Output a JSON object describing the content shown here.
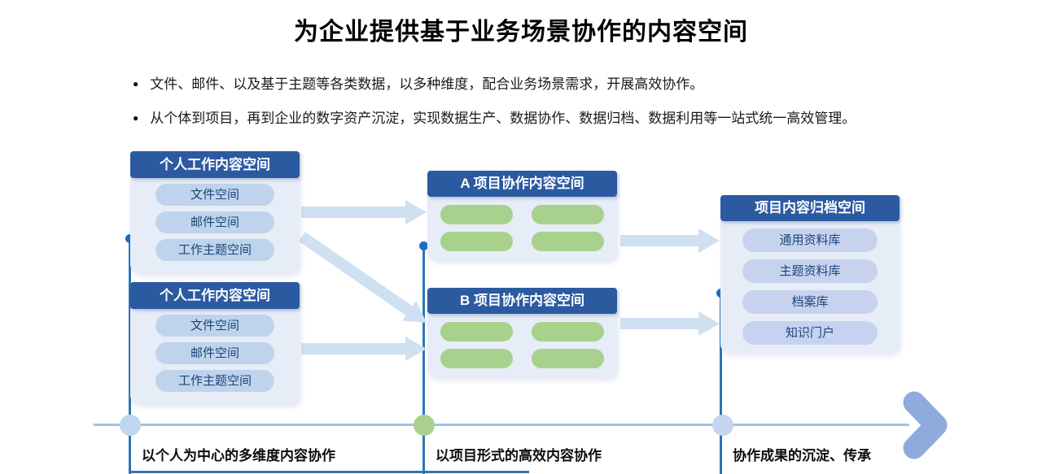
{
  "title": "为企业提供基于业务场景协作的内容空间",
  "bullets": [
    "文件、邮件、以及基于主题等各类数据，以多种维度，配合业务场景需求，开展高效协作。",
    "从个体到项目，再到企业的数字资产沉淀，实现数据生产、数据协作、数据归档、数据利用等一站式统一高效管理。"
  ],
  "boxes": {
    "personal1": {
      "title": "个人工作内容空间",
      "items": [
        "文件空间",
        "邮件空间",
        "工作主题空间"
      ]
    },
    "personal2": {
      "title": "个人工作内容空间",
      "items": [
        "文件空间",
        "邮件空间",
        "工作主题空间"
      ]
    },
    "projectA": {
      "title": "A 项目协作内容空间"
    },
    "projectB": {
      "title": "B 项目协作内容空间"
    },
    "archive": {
      "title": "项目内容归档空间",
      "items": [
        "通用资料库",
        "主题资料库",
        "档案库",
        "知识门户"
      ]
    }
  },
  "timeline": {
    "stages": [
      {
        "label": "以个人为中心的多维度内容协作",
        "dot_color": "#bdd7ee"
      },
      {
        "label": "以项目形式的高效内容协作",
        "dot_color": "#a9d18e"
      },
      {
        "label": "协作成果的沉淀、传承",
        "dot_color": "#c5d7ee"
      }
    ]
  },
  "colors": {
    "header_blue": "#2b5aa1",
    "body_light": "#e7edf6",
    "pill_blue": "#bfd4ec",
    "pill_lavender": "#c7d3ee",
    "pill_green": "#a9d18e",
    "arrow_light": "#cfe0f1",
    "timeline_line": "#9dc3e6",
    "connector_line": "#2e75b6",
    "connector_dot": "#1f6dc1",
    "chevron": "#8faadc"
  }
}
